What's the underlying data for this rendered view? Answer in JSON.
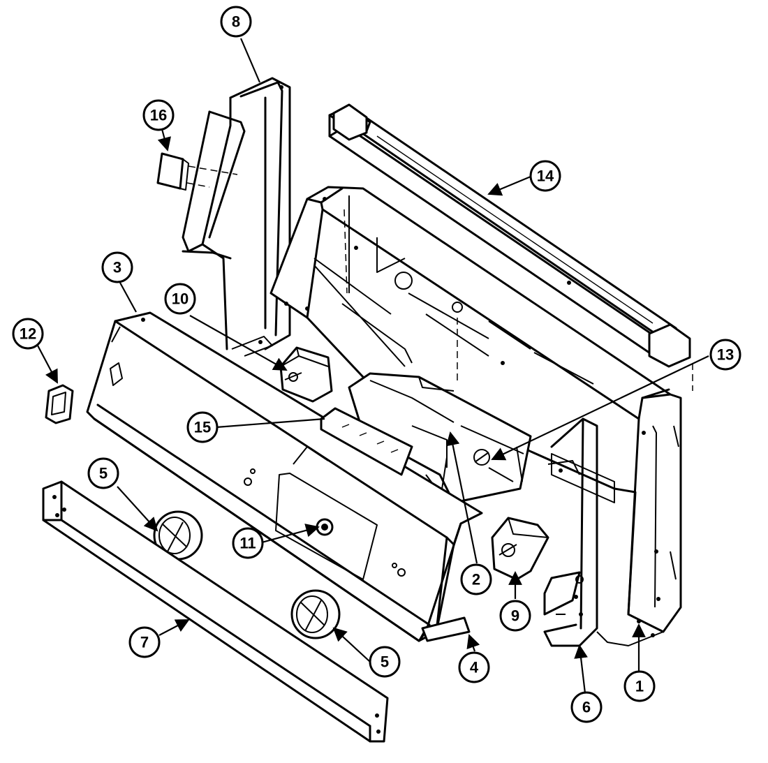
{
  "diagram": {
    "callouts": [
      {
        "id": "1",
        "label": "1"
      },
      {
        "id": "2",
        "label": "2"
      },
      {
        "id": "3",
        "label": "3"
      },
      {
        "id": "4",
        "label": "4"
      },
      {
        "id": "5a",
        "label": "5"
      },
      {
        "id": "5b",
        "label": "5"
      },
      {
        "id": "6",
        "label": "6"
      },
      {
        "id": "7",
        "label": "7"
      },
      {
        "id": "8",
        "label": "8"
      },
      {
        "id": "9",
        "label": "9"
      },
      {
        "id": "10",
        "label": "10"
      },
      {
        "id": "11",
        "label": "11"
      },
      {
        "id": "12",
        "label": "12"
      },
      {
        "id": "13",
        "label": "13"
      },
      {
        "id": "14",
        "label": "14"
      },
      {
        "id": "15",
        "label": "15"
      },
      {
        "id": "16",
        "label": "16"
      }
    ]
  }
}
